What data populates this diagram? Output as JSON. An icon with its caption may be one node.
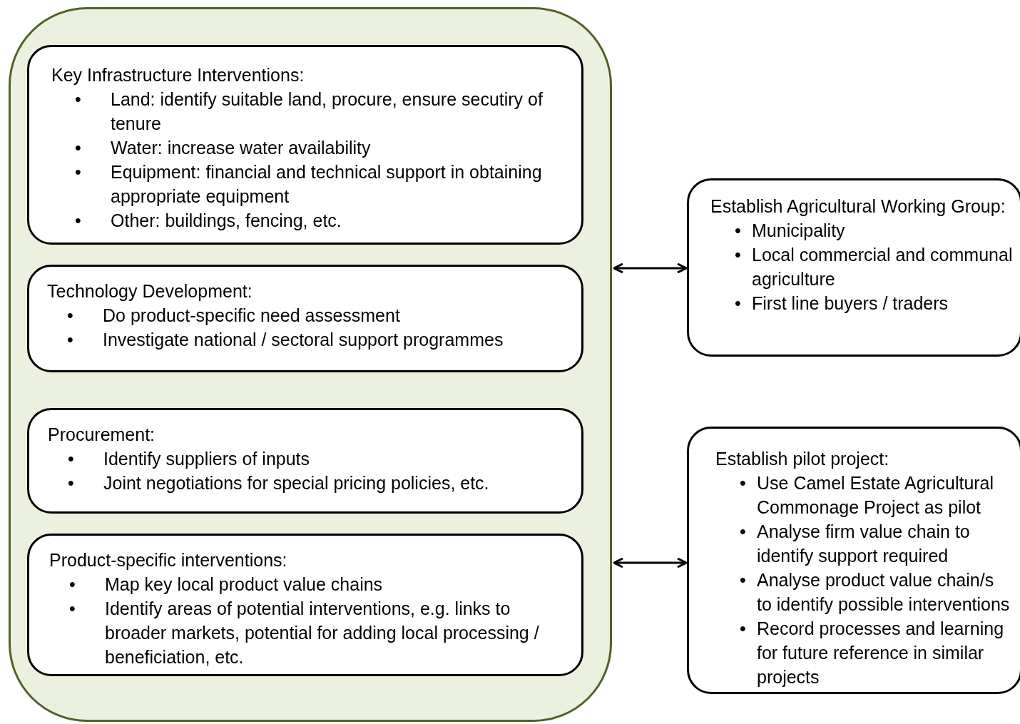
{
  "diagram": {
    "nodes": [
      {
        "text": [],
        "shape": "box"
      },
      {
        "text": [
          "Key Infrastructure Interventions:",
          "• Land: identify suitable land, procure, ensure secutiry of tenure",
          "• Water: increase water availability",
          "• Equipment: financial and technical support in obtaining appropriate equipment",
          "• Other: buildings, fencing, etc."
        ],
        "in": 0
      },
      {
        "text": [
          "Technology Development:",
          "• Do product-specific need assessment",
          "• Investigate national / sectoral support programmes"
        ],
        "in": 0
      },
      {
        "text": [
          "Procurement:",
          "• Identify suppliers of inputs",
          "• Joint negotiations for special pricing policies, etc."
        ],
        "in": 0
      },
      {
        "text": [
          "Product-specific interventions:",
          "• Map key local product value chains",
          "• Identify areas of potential interventions, e.g. links to broader markets, potential for adding local processing / beneficiation, etc."
        ],
        "in": 0
      },
      {
        "text": [
          "Establish Agricultural Working Group:",
          "• Municipality",
          "• Local commercial and communal agriculture",
          "• First line buyers / traders"
        ]
      },
      {
        "text": [
          "Establish pilot project:",
          "• Use Camel Estate Agricultural Commonage Project as pilot",
          "• Analyse firm value chain to identify support required",
          "• Analyse product value chain/s to identify possible interventions",
          "• Record processes and learning for future reference in similar projects"
        ]
      }
    ],
    "edges": [
      {
        "from": 0,
        "to": 5,
        "arrow": "both"
      },
      {
        "from": 0,
        "to": 6,
        "arrow": "both"
      }
    ]
  }
}
